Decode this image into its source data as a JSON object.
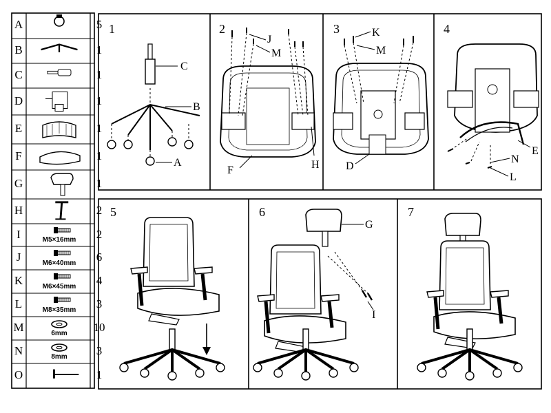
{
  "parts": [
    {
      "letter": "A",
      "qty": "5",
      "icon": "caster-icon",
      "label": ""
    },
    {
      "letter": "B",
      "qty": "1",
      "icon": "base-icon",
      "label": ""
    },
    {
      "letter": "C",
      "qty": "1",
      "icon": "gas-lift-icon",
      "label": ""
    },
    {
      "letter": "D",
      "qty": "1",
      "icon": "mechanism-icon",
      "label": ""
    },
    {
      "letter": "E",
      "qty": "1",
      "icon": "backrest-icon",
      "label": ""
    },
    {
      "letter": "F",
      "qty": "1",
      "icon": "seat-icon",
      "label": ""
    },
    {
      "letter": "G",
      "qty": "1",
      "icon": "headrest-icon",
      "label": ""
    },
    {
      "letter": "H",
      "qty": "2",
      "icon": "armrest-icon",
      "label": ""
    },
    {
      "letter": "I",
      "qty": "2",
      "icon": "screw-icon",
      "label": "M5×16mm"
    },
    {
      "letter": "J",
      "qty": "6",
      "icon": "screw-icon",
      "label": "M6×40mm"
    },
    {
      "letter": "K",
      "qty": "4",
      "icon": "screw-icon",
      "label": "M6×45mm"
    },
    {
      "letter": "L",
      "qty": "3",
      "icon": "screw-icon",
      "label": "M8×35mm"
    },
    {
      "letter": "M",
      "qty": "10",
      "icon": "washer-icon",
      "label": "6mm"
    },
    {
      "letter": "N",
      "qty": "3",
      "icon": "washer-icon",
      "label": "8mm"
    },
    {
      "letter": "O",
      "qty": "1",
      "icon": "allen-key-icon",
      "label": ""
    }
  ],
  "steps": {
    "s1": {
      "num": "1",
      "labels": {
        "C": "C",
        "B": "B",
        "A": "A"
      }
    },
    "s2": {
      "num": "2",
      "labels": {
        "J": "J",
        "M": "M",
        "F": "F",
        "H": "H"
      }
    },
    "s3": {
      "num": "3",
      "labels": {
        "K": "K",
        "M": "M",
        "D": "D"
      }
    },
    "s4": {
      "num": "4",
      "labels": {
        "E": "E",
        "N": "N",
        "L": "L"
      }
    },
    "s5": {
      "num": "5"
    },
    "s6": {
      "num": "6",
      "labels": {
        "G": "G",
        "I": "I"
      }
    },
    "s7": {
      "num": "7"
    }
  }
}
